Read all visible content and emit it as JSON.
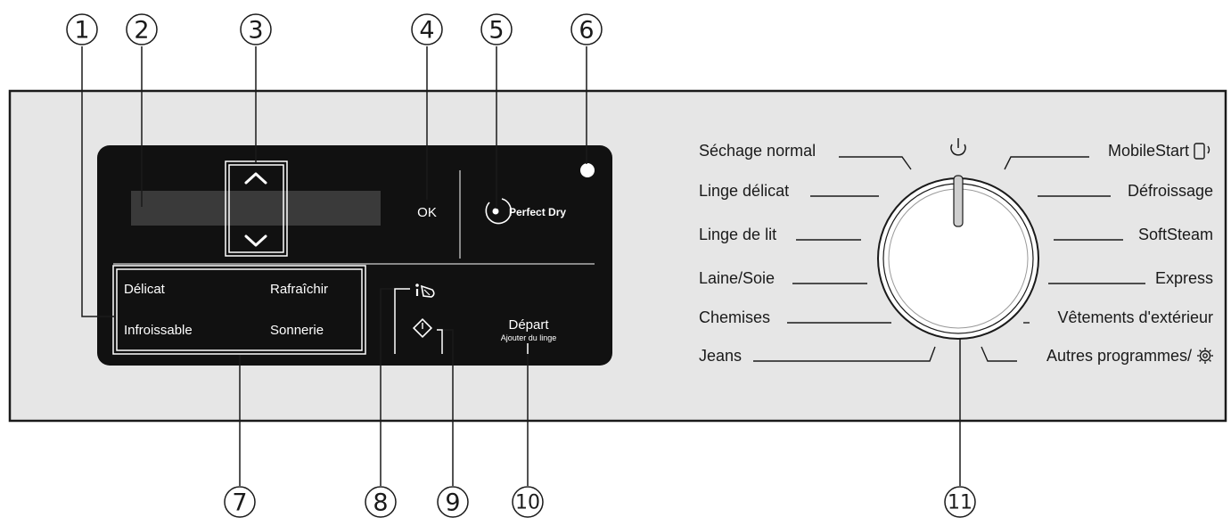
{
  "callouts": [
    "1",
    "2",
    "3",
    "4",
    "5",
    "6",
    "7",
    "8",
    "9",
    "10",
    "11"
  ],
  "panel": {
    "ok_label": "OK",
    "perfect_dry_label": "Perfect Dry",
    "option_buttons": [
      "Délicat",
      "Rafraîchir",
      "Infroissable",
      "Sonnerie"
    ],
    "start_label": "Départ",
    "start_sublabel": "Ajouter du linge"
  },
  "dial": {
    "programs_left": [
      "Séchage normal",
      "Linge délicat",
      "Linge de lit",
      "Laine/Soie",
      "Chemises",
      "Jeans"
    ],
    "programs_right": [
      "MobileStart",
      "Défroissage",
      "SoftSteam",
      "Express",
      "Vêtements d'extérieur",
      "Autres programmes/"
    ]
  },
  "colors": {
    "panel_bg": "#e6e6e6",
    "display_bg": "#111111",
    "display_window": "#3a3a3a",
    "line": "#1a1a1a"
  },
  "icons": [
    "power-icon",
    "mobile-start-icon",
    "settings-gear-icon",
    "chevron-up-icon",
    "chevron-down-icon",
    "reservoir-icon",
    "start-icon",
    "perfect-dry-icon",
    "indicator-led-icon"
  ]
}
